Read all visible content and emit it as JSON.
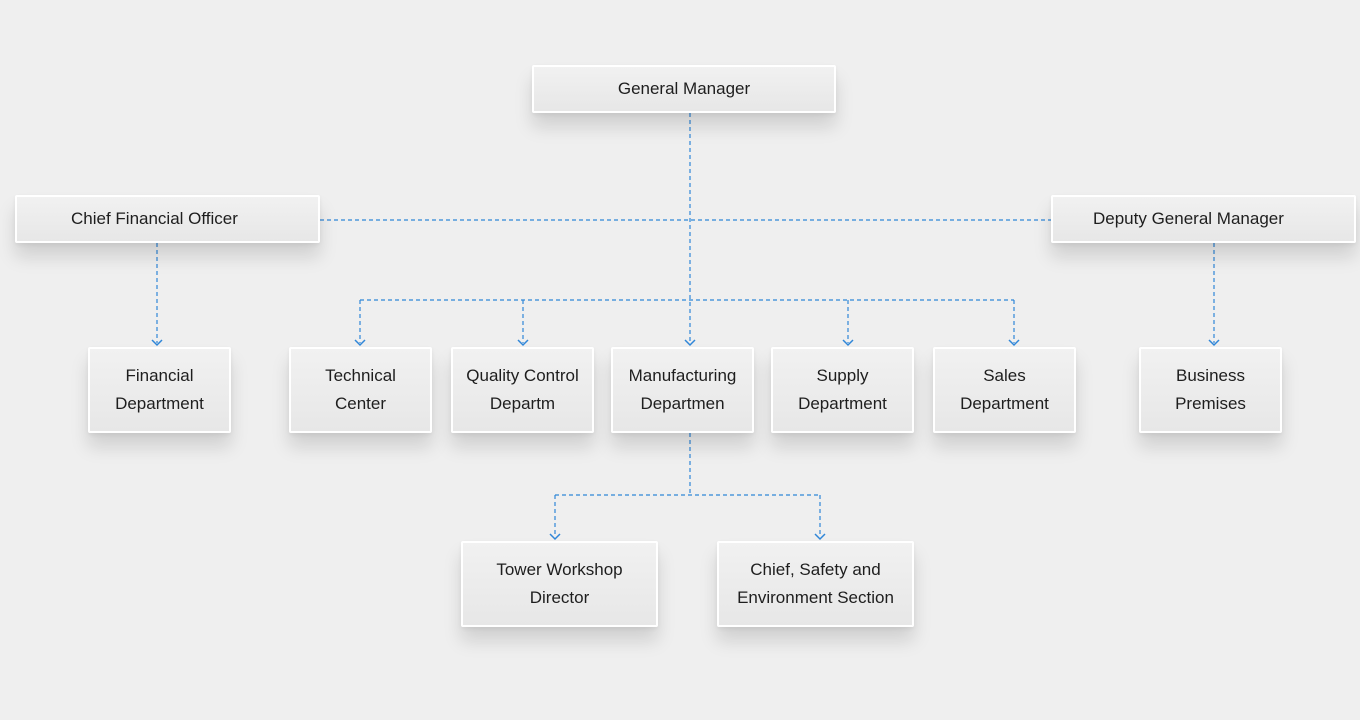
{
  "connector_color": "#2f86d8",
  "nodes": {
    "general_manager": "General Manager",
    "chief_financial_officer": "Chief Financial Officer",
    "deputy_general_manager": "Deputy General Manager",
    "financial_department": [
      "Financial",
      "Department"
    ],
    "technical_center": [
      "Technical",
      "Center"
    ],
    "quality_control": [
      "Quality Control",
      "Departm"
    ],
    "manufacturing": [
      "Manufacturing",
      "Departmen"
    ],
    "supply_department": [
      "Supply",
      "Department"
    ],
    "sales_department": [
      "Sales",
      "Department"
    ],
    "business_premises": [
      "Business",
      "Premises"
    ],
    "tower_workshop": [
      "Tower Workshop",
      "Director"
    ],
    "safety_environment": [
      "Chief, Safety and",
      "Environment Section"
    ]
  }
}
